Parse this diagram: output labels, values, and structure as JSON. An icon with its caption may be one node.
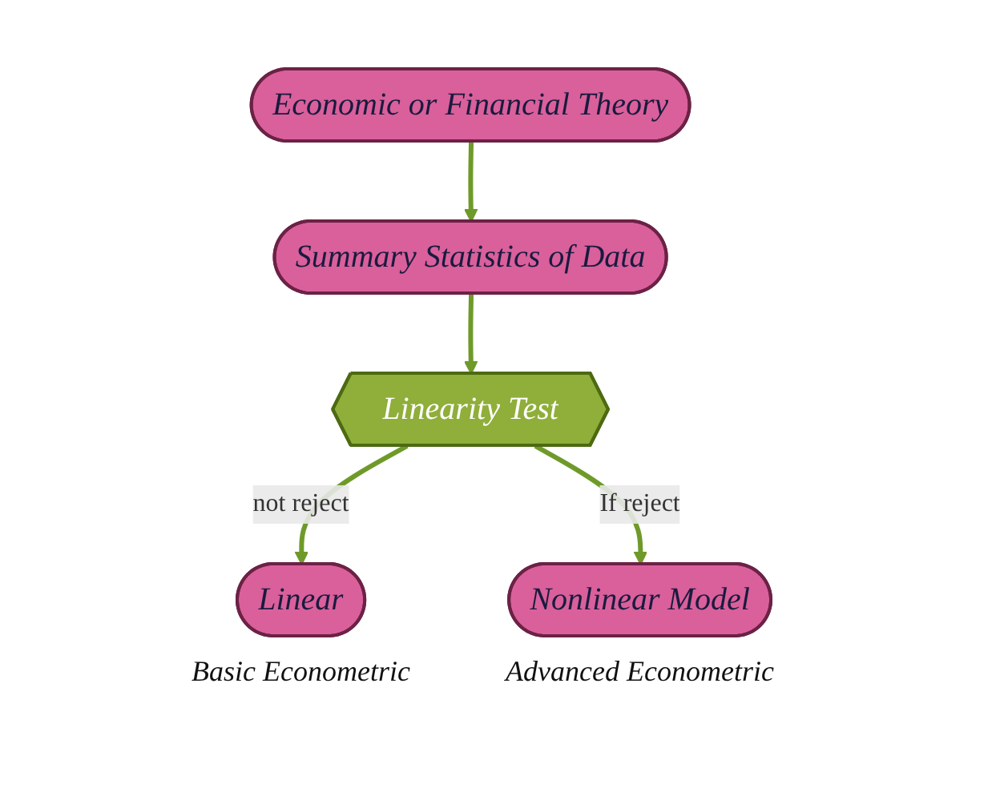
{
  "diagram": {
    "nodes": [
      {
        "text": [
          "Economic or Financial Theory"
        ]
      },
      {
        "text": [
          "Summary Statistics of Data"
        ]
      },
      {
        "text": [
          "Linearity Test"
        ]
      },
      {
        "text": [
          "Linear"
        ],
        "beside": [
          "Basic Econometric"
        ]
      },
      {
        "text": [
          "Nonlinear Model"
        ],
        "beside": [
          "Advanced Econometric"
        ]
      }
    ],
    "edges": [
      {
        "from": 0,
        "to": 1,
        "arrow": "to"
      },
      {
        "from": 1,
        "to": 2,
        "arrow": "to"
      },
      {
        "from": 2,
        "to": 3,
        "arrow": "to",
        "label": "not reject"
      },
      {
        "from": 2,
        "to": 4,
        "arrow": "to",
        "label": "If reject"
      }
    ]
  }
}
